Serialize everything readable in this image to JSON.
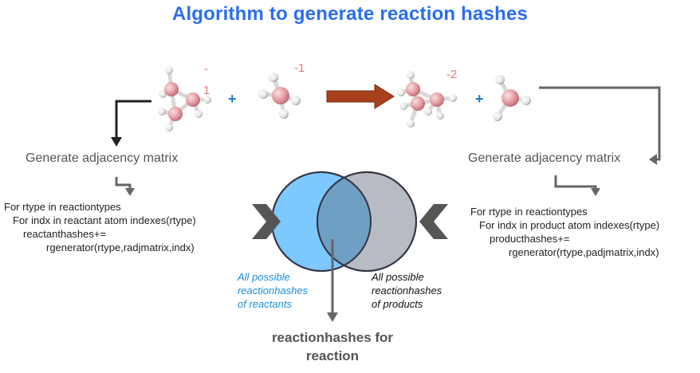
{
  "title": "Algorithm to generate reaction hashes",
  "reactants": {
    "charge_left_top": "-",
    "charge_left_bottom": "1",
    "plus": "+",
    "charge_right": "-1"
  },
  "products": {
    "charge_left": "-2",
    "plus": "+"
  },
  "left_panel": {
    "heading": "Generate adjacency matrix",
    "code": [
      "For rtype in reactiontypes",
      "For indx in reactant atom indexes(rtype)",
      "reactanthashes+=",
      "rgenerator(rtype,radjmatrix,indx)"
    ]
  },
  "right_panel": {
    "heading": "Generate adjacency matrix",
    "code": [
      "For rtype in reactiontypes",
      "For indx in product atom indexes(rtype)",
      "producthashes+=",
      "rgenerator(rtype,padjmatrix,indx)"
    ]
  },
  "venn": {
    "left_label": [
      "All possible",
      "reactionhashes",
      "of reactants"
    ],
    "right_label": [
      "All possible",
      "reactionhashes",
      "of products"
    ]
  },
  "result": [
    "reactionhashes for",
    "reaction"
  ],
  "colors": {
    "title": "#2a6ef0",
    "reactant_circle": "#7cc8ff",
    "product_circle": "#b6bcc2",
    "overlap": "#6f9fc2",
    "reaction_arrow": "#a8401c",
    "connector": "#666666",
    "atom_carbon": "#e8a2a8",
    "atom_hydrogen": "#f2f2f2",
    "charge": "#e8786e",
    "plus": "#1f78c8"
  }
}
